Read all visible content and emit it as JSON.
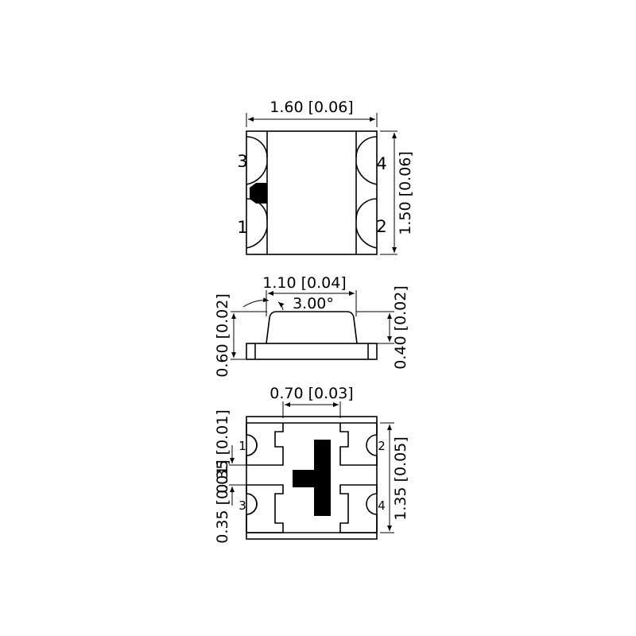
{
  "top_view": {
    "width_dim": "1.60 [0.06]",
    "height_dim": "1.50 [0.06]",
    "pins": {
      "tl": "3",
      "bl": "1",
      "tr": "4",
      "br": "2"
    }
  },
  "side_view": {
    "lens_width_dim": "1.10 [0.04]",
    "draft_angle": "3.00°",
    "total_height_dim": "0.60 [0.02]",
    "body_height_dim": "0.40 [0.02]"
  },
  "bottom_view": {
    "pad_gap_dim": "0.70 [0.03]",
    "pad_width_dim": "0.35 [0.01]",
    "pad_pitch_dim": "1.35 [0.05]",
    "pins": {
      "tl": "1",
      "bl": "3",
      "tr": "2",
      "br": "4"
    }
  }
}
